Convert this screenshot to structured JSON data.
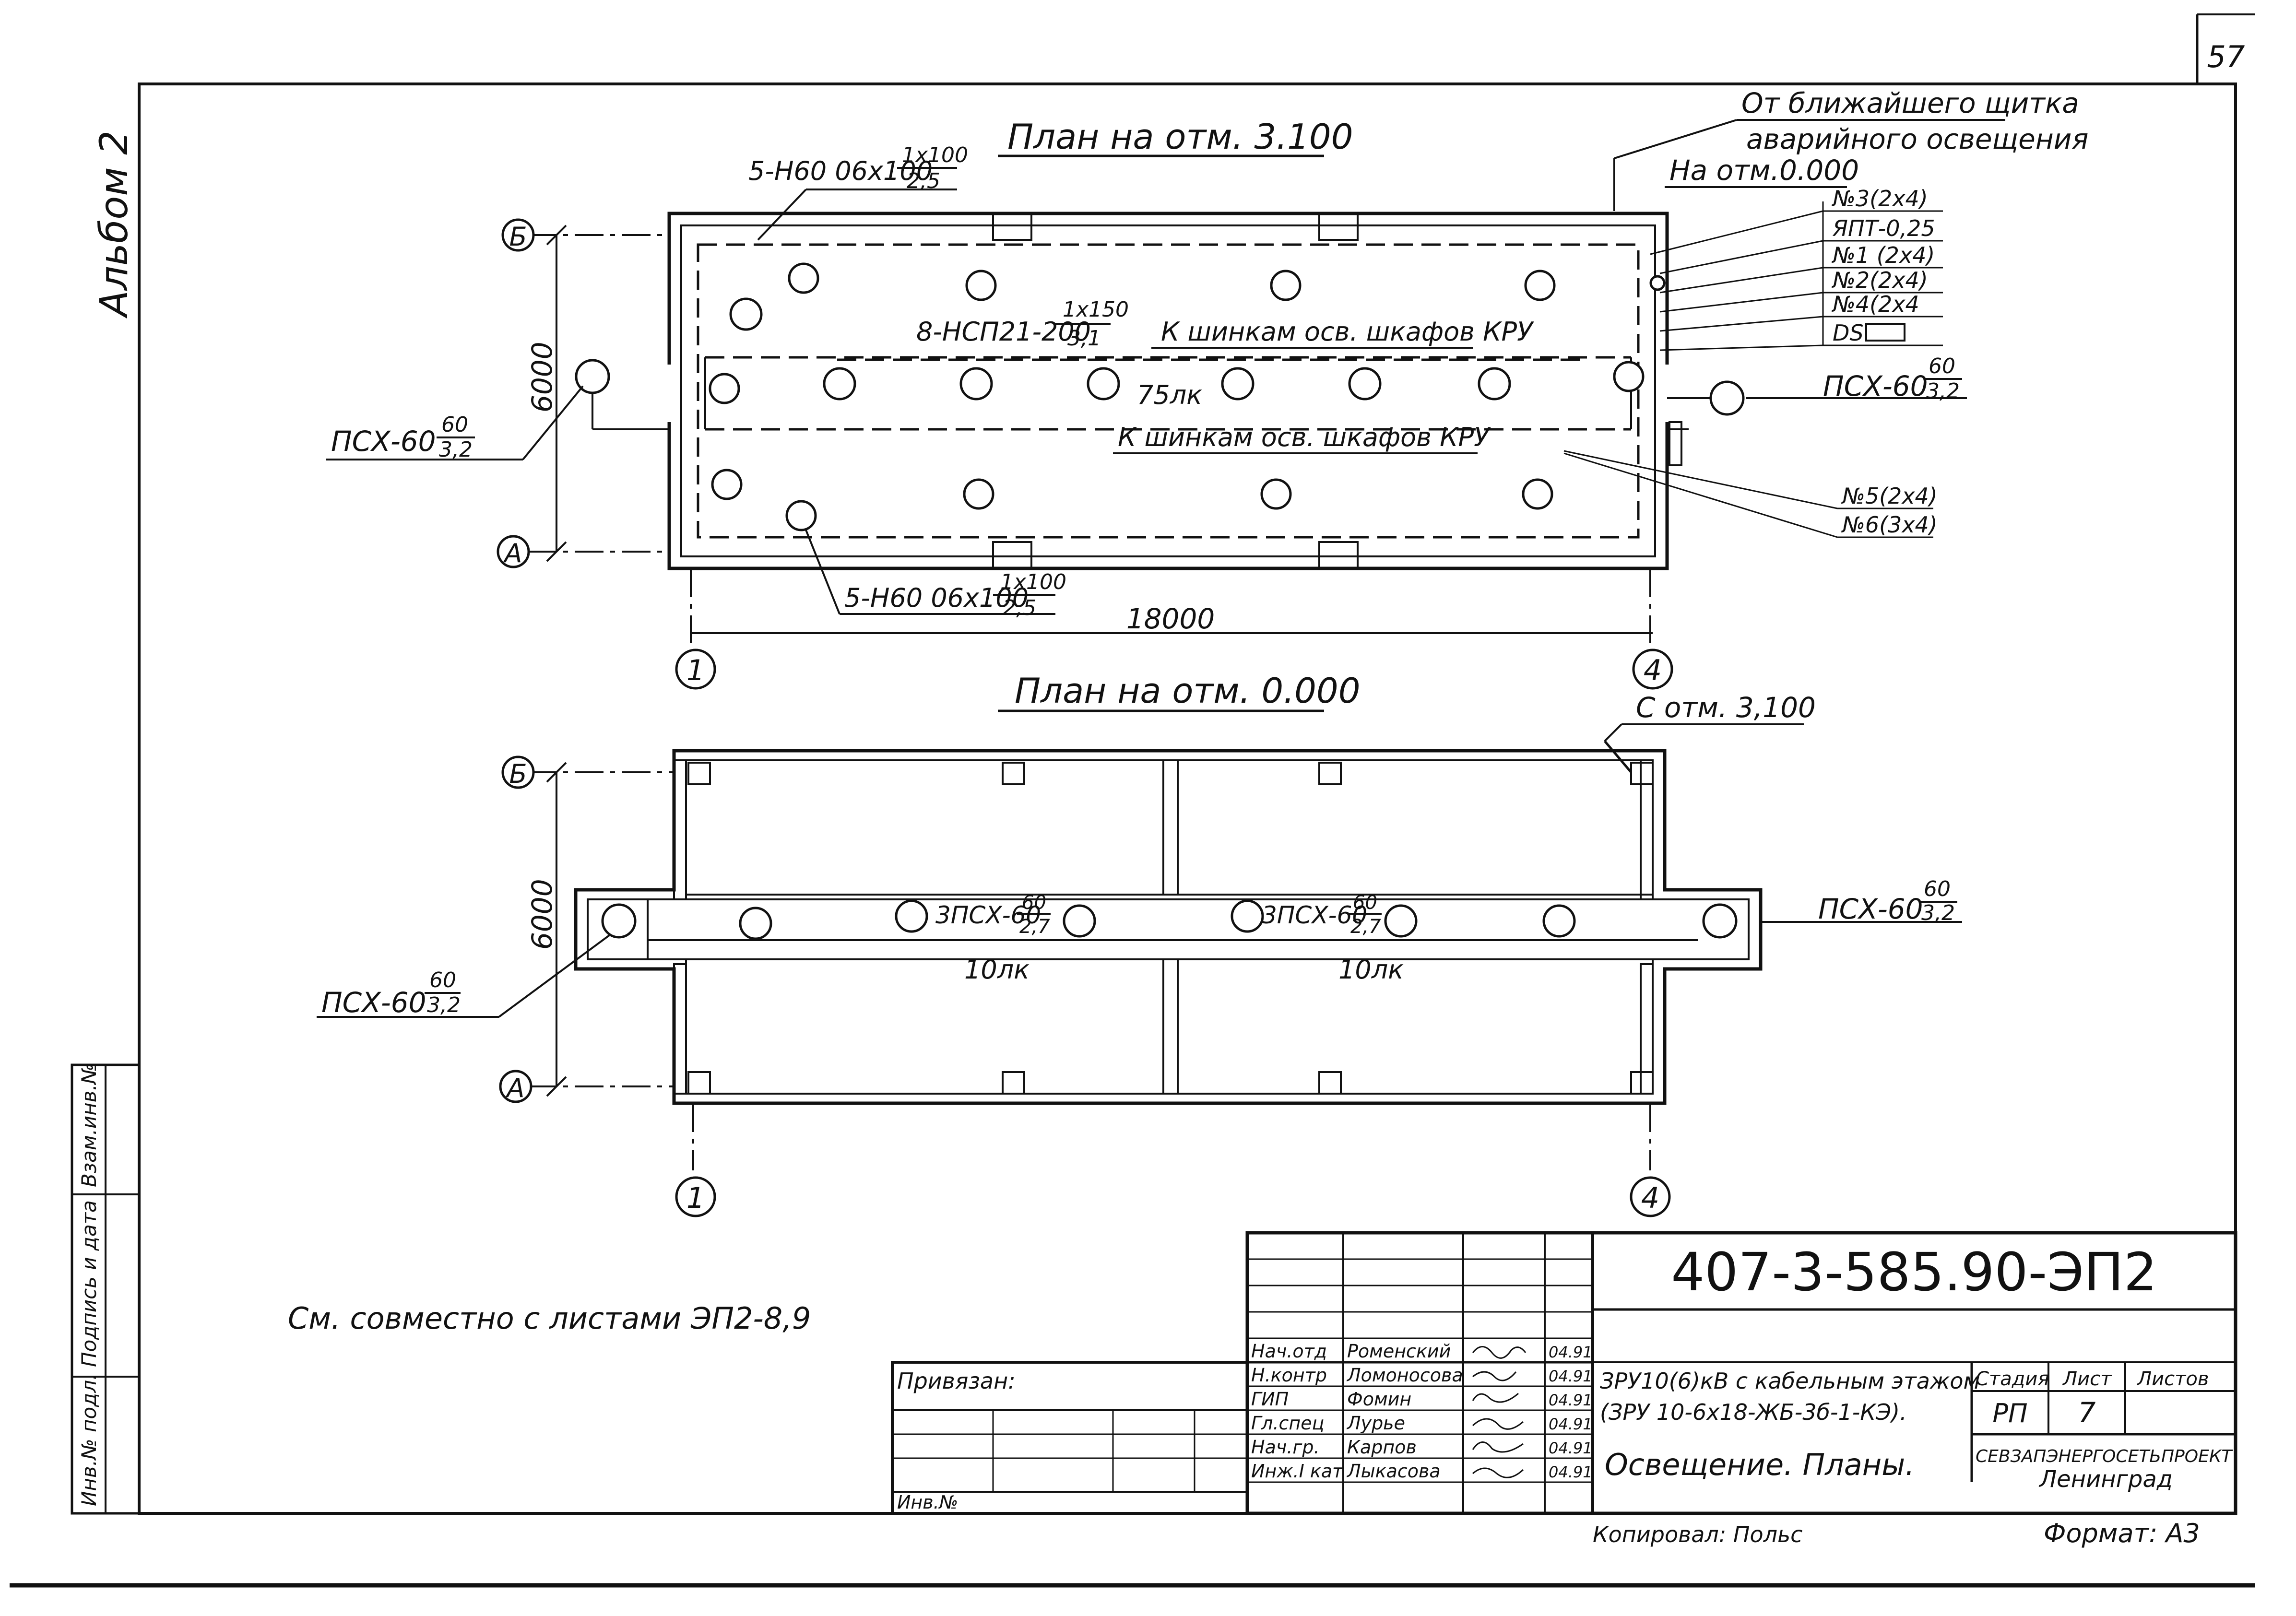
{
  "sheet": {
    "page_number": "57",
    "album": "Альбом 2",
    "note": "См. совместно с листами ЭП2-8,9"
  },
  "plan_top": {
    "title": "План на отм. 3.100",
    "source_note_line1": "От ближайшего щитка",
    "source_note_line2": "аварийного освещения",
    "source_note_line3": "На отм.0.000",
    "panel_labels": [
      "№3(2x4)",
      "ЯПТ-0,25",
      "№1 (2x4)",
      "№2(2x4)",
      "№4(2x4",
      "DS"
    ],
    "lower_labels": [
      "№5(2x4)",
      "№6(3x4)"
    ],
    "fixture_top_num": "5-Н60 06x100",
    "fixture_top_frac_num": "1x100",
    "fixture_top_frac_den": "2,5",
    "fixture_mid_num": "8-НСП21-200",
    "fixture_mid_frac_num": "1x150",
    "fixture_mid_frac_den": "3,1",
    "fixture_bot_num": "5-Н60 06x100",
    "fixture_bot_frac_num": "1x100",
    "fixture_bot_frac_den": "2,5",
    "cable_note_1": "К шинкам осв. шкафов КРУ",
    "cable_note_2": "К шинкам осв. шкафов КРУ",
    "lux": "75лк",
    "psx_left": "ПСХ-60",
    "psx_left_num": "60",
    "psx_left_den": "3,2",
    "psx_right": "ПСХ-60",
    "psx_right_num": "60",
    "psx_right_den": "3,2",
    "dim_height": "6000",
    "dim_length": "18000",
    "axis_b": "Б",
    "axis_a": "А",
    "axis_1": "1",
    "axis_4": "4"
  },
  "plan_bottom": {
    "title": "План на отм. 0.000",
    "from_note": "С отм. 3,100",
    "psx_left": "ПСХ-60",
    "psx_left_num": "60",
    "psx_left_den": "3,2",
    "psx_right": "ПСХ-60",
    "psx_right_num": "60",
    "psx_right_den": "3,2",
    "group_1": "3ПСХ-60",
    "group_1_num": "60",
    "group_1_den": "2,7",
    "group_2": "3ПСХ-60",
    "group_2_num": "60",
    "group_2_den": "2,7",
    "lux_1": "10лк",
    "lux_2": "10лк",
    "dim_height": "6000",
    "axis_b": "Б",
    "axis_a": "А",
    "axis_1": "1",
    "axis_4": "4"
  },
  "stamp": {
    "code": "407-3-585.90-ЭП2",
    "bound_label": "Привязан:",
    "inv_label": "Инв.№",
    "roles": [
      "Нач.отд",
      "Н.контр",
      "ГИП",
      "Гл.спец",
      "Нач.гр.",
      "Инж.I кат"
    ],
    "names": [
      "Роменский",
      "Ломоносова",
      "Фомин",
      "Лурье",
      "Карпов",
      "Лыкасова"
    ],
    "dates": [
      "04.91",
      "04.91",
      "04.91",
      "04.91",
      "04.91",
      "04.91"
    ],
    "project_line1": "ЗРУ10(6)кВ с кабельным этажом",
    "project_line2": "(ЗРУ 10-6x18-ЖБ-3б-1-КЭ).",
    "sheet_title": "Освещение. Планы.",
    "stage_header": "Стадия",
    "sheet_header": "Лист",
    "sheets_header": "Листов",
    "stage": "РП",
    "sheet_no": "7",
    "org_line1": "СЕВЗАПЭНЕРГОСЕТЬПРОЕКТ",
    "org_line2": "Ленинград",
    "copied": "Копировал: Польс",
    "format": "Формат: А3"
  },
  "side_stamp": {
    "col1": "Инв.№ подл.",
    "col2": "Подпись и дата",
    "col3": "Взам.инв.№"
  }
}
